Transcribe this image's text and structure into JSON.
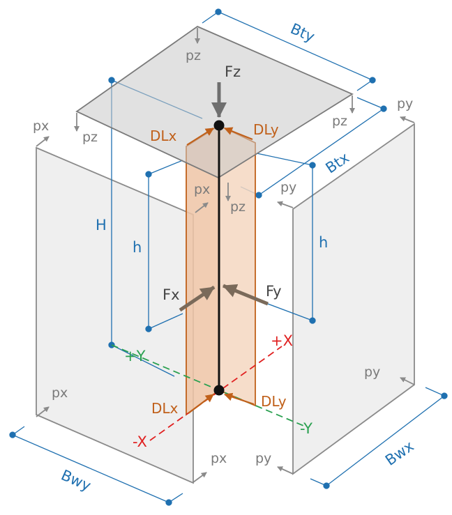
{
  "colors": {
    "top_plate_fill": "#dcdcdc",
    "wall_fill": "#efefef",
    "column_fill": "#f2c9ac",
    "column_stroke": "#c0601a",
    "dimension_blue": "#1f70b0",
    "load_grey": "#7a7a7a",
    "force_arrow": "#7a6a5a",
    "axis_x": "#e02020",
    "axis_y": "#2aa050"
  },
  "labels": {
    "pz_top_back": "pz",
    "pz_top_left": "pz",
    "pz_top_right": "pz",
    "pz_under": "pz",
    "px_left_wall_top": "px",
    "px_left_wall_bottom": "px",
    "px_column": "px",
    "px_bottom": "px",
    "py_right_wall_top": "py",
    "py_right_wall_inner": "py",
    "py_right_wall_mid": "py",
    "py_bottom": "py",
    "Fz": "Fz",
    "Fx": "Fx",
    "Fy": "Fy",
    "DLx_top": "DLx",
    "DLy_top": "DLy",
    "DLx_bottom": "DLx",
    "DLy_bottom": "DLy",
    "H": "H",
    "h_left": "h",
    "h_right": "h",
    "Bty": "Bty",
    "Btx": "Btx",
    "Bwy": "Bwy",
    "Bwx": "Bwx",
    "plus_X": "+X",
    "minus_X": "-X",
    "plus_Y": "+Y",
    "minus_Y": "-Y"
  }
}
